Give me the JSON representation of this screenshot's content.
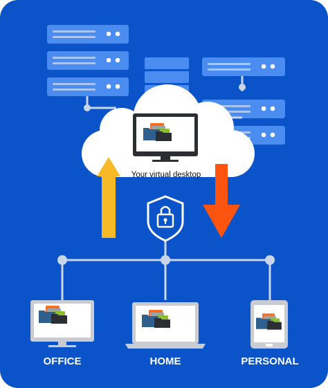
{
  "colors": {
    "background": "#0b53c9",
    "server": "#4a8cef",
    "server_dark": "#3572d8",
    "connector": "#c9d6ea",
    "cloud": "#ffffff",
    "up_arrow": "#f7b928",
    "down_arrow": "#ff5310",
    "shield": "#ffffff",
    "label": "#ffffff",
    "caption": "#111111"
  },
  "icons": {
    "servers": "server-rack-icon",
    "shield": "security-shield-icon",
    "lock": "padlock-icon",
    "folders": "folders-icon"
  },
  "cloud": {
    "caption": "Your virtual desktop"
  },
  "devices": [
    {
      "label": "OFFICE",
      "type": "desktop-monitor"
    },
    {
      "label": "HOME",
      "type": "laptop"
    },
    {
      "label": "PERSONAL",
      "type": "tablet"
    }
  ]
}
